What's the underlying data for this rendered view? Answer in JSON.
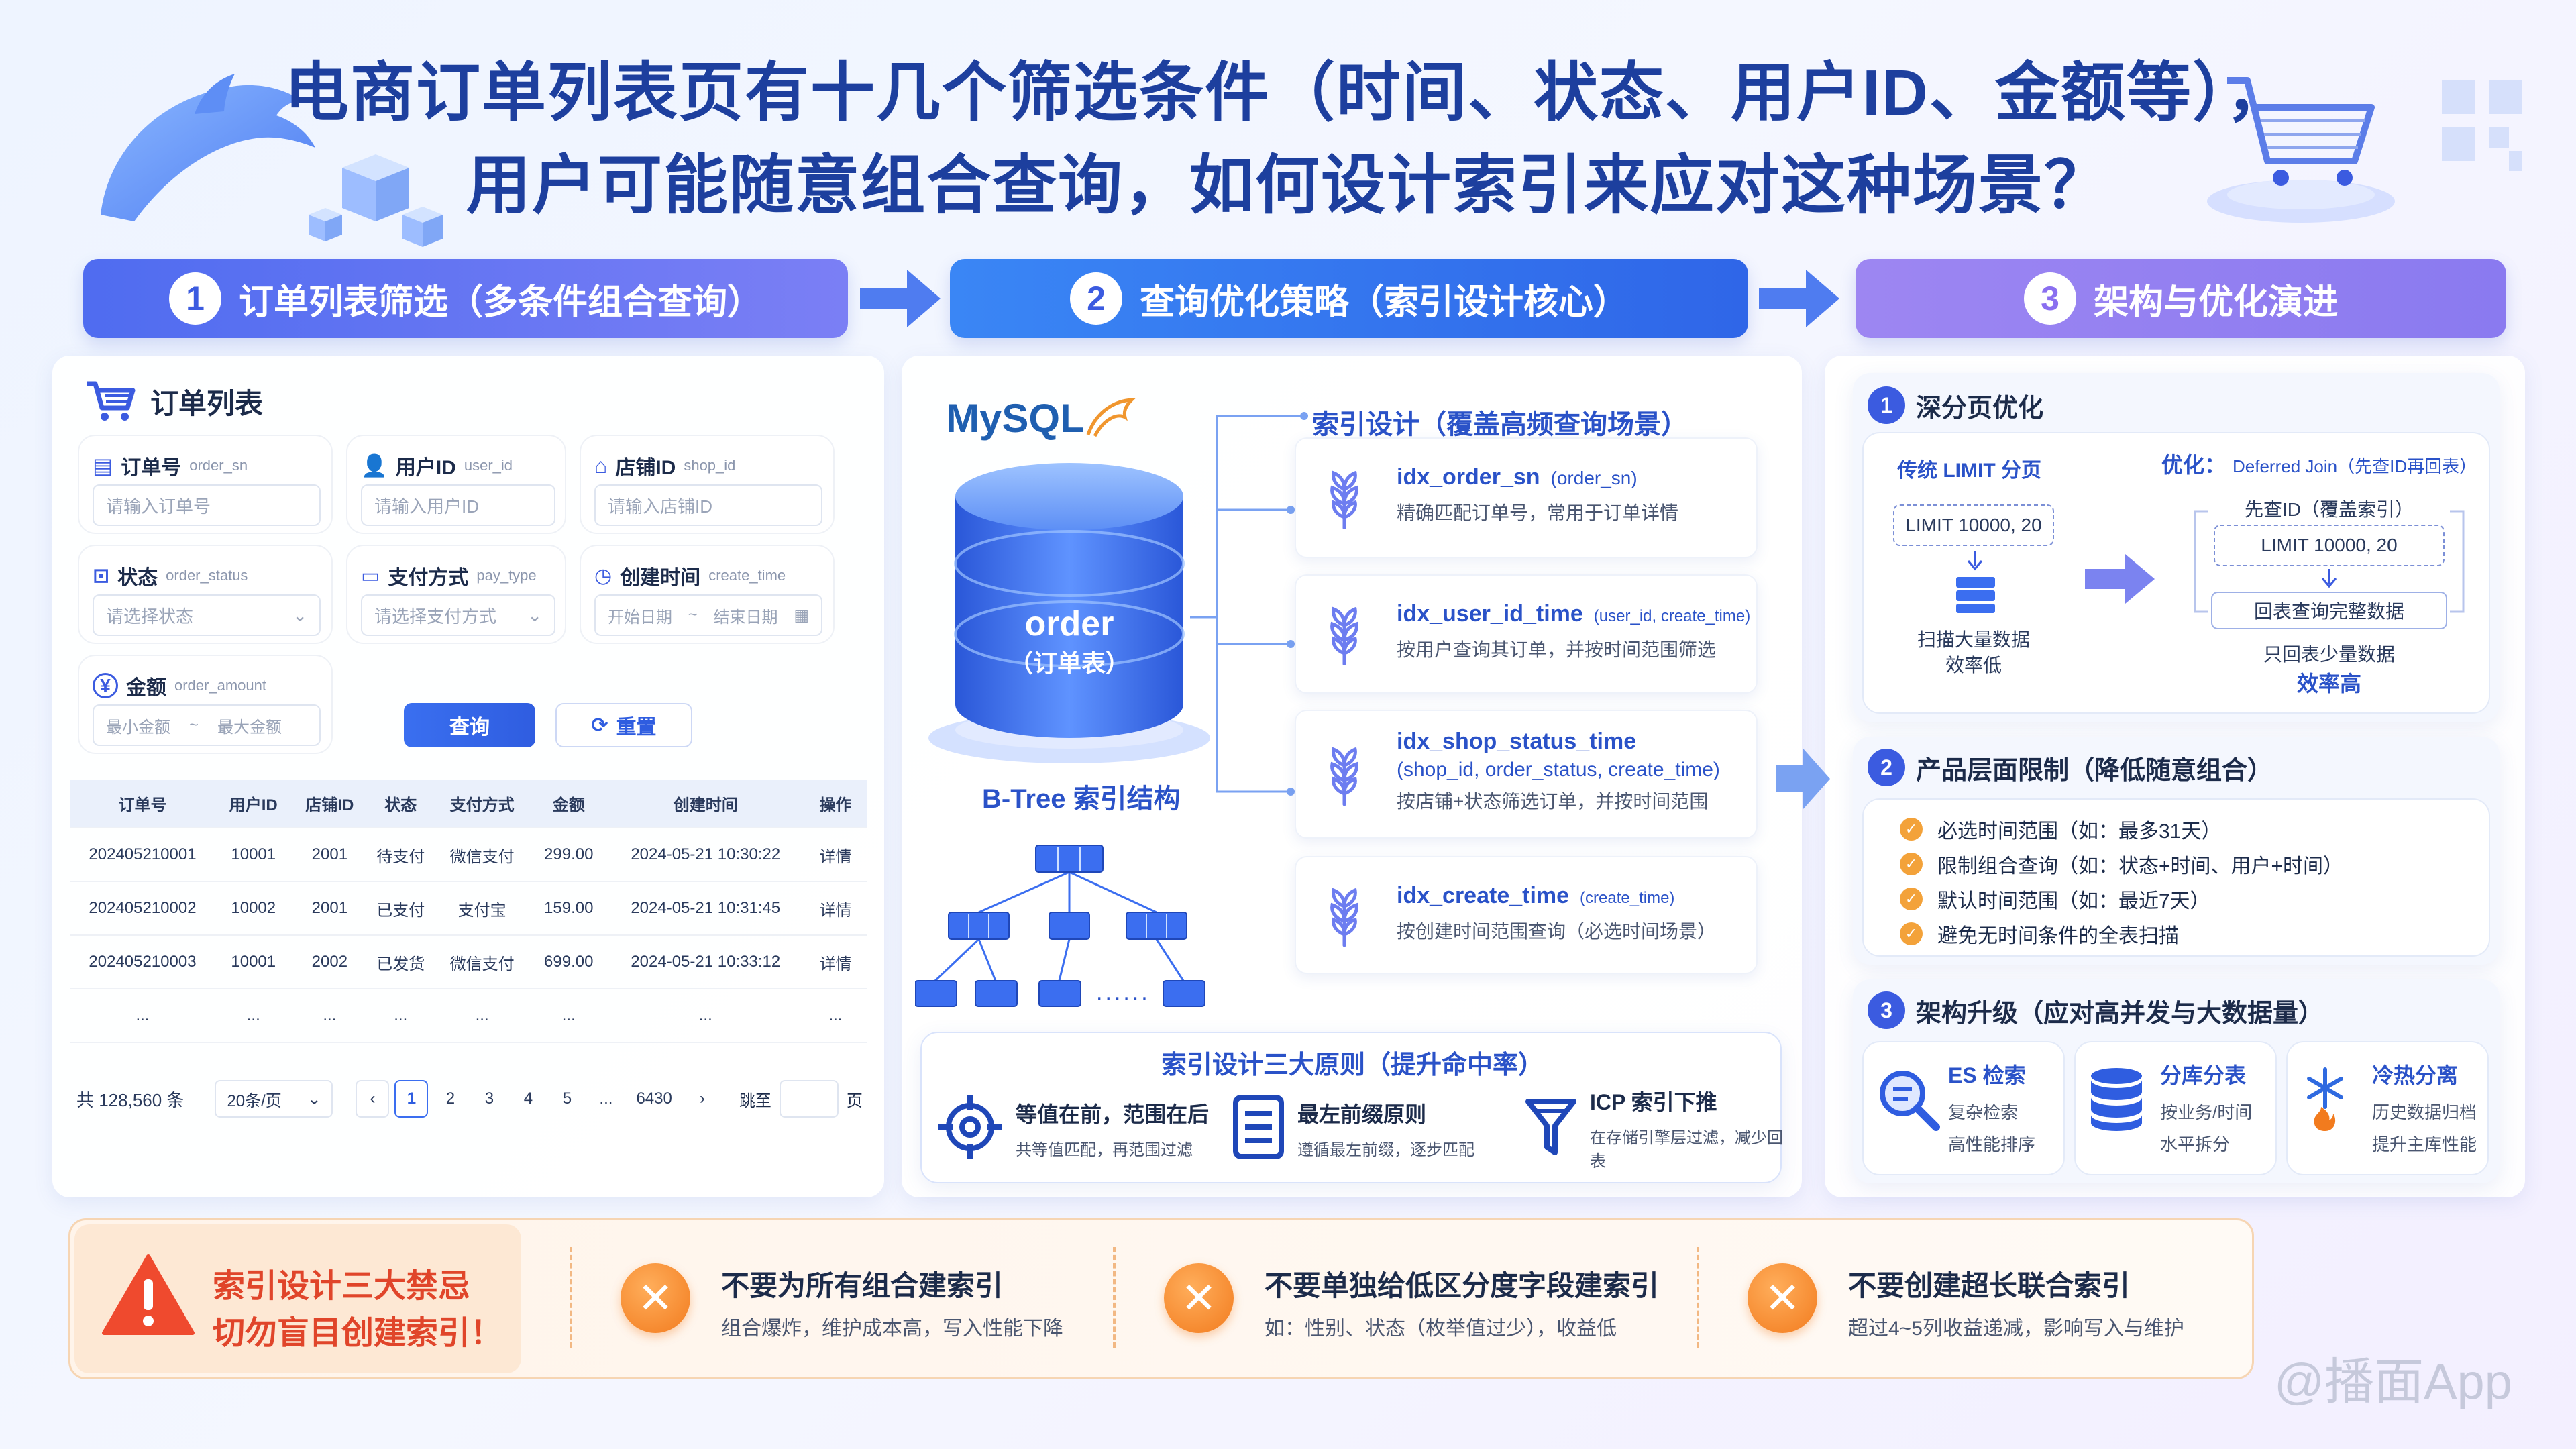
{
  "title": {
    "line1": "电商订单列表页有十几个筛选条件（时间、状态、用户ID、金额等），",
    "line2": "用户可能随意组合查询，如何设计索引来应对这种场景？"
  },
  "phases": [
    {
      "num": "1",
      "label": "订单列表筛选（多条件组合查询）"
    },
    {
      "num": "2",
      "label": "查询优化策略（索引设计核心）"
    },
    {
      "num": "3",
      "label": "架构与优化演进"
    }
  ],
  "order_list": {
    "title": "订单列表",
    "fields": [
      {
        "label": "订单号",
        "en": "order_sn",
        "placeholder": "请输入订单号",
        "icon": "document-icon"
      },
      {
        "label": "用户ID",
        "en": "user_id",
        "placeholder": "请输入用户ID",
        "icon": "user-icon"
      },
      {
        "label": "店铺ID",
        "en": "shop_id",
        "placeholder": "请输入店铺ID",
        "icon": "shop-icon"
      },
      {
        "label": "状态",
        "en": "order_status",
        "placeholder": "请选择状态",
        "icon": "status-icon"
      },
      {
        "label": "支付方式",
        "en": "pay_type",
        "placeholder": "请选择支付方式",
        "icon": "wallet-icon"
      },
      {
        "label": "创建时间",
        "en": "create_time",
        "start": "开始日期",
        "sep": "~",
        "end": "结束日期",
        "icon": "clock-icon"
      },
      {
        "label": "金额",
        "en": "order_amount",
        "min": "最小金额",
        "sep": "~",
        "max": "最大金额",
        "icon": "yuan-icon"
      }
    ],
    "query_label": "查询",
    "reset_label": "重置",
    "columns": [
      "订单号",
      "用户ID",
      "店铺ID",
      "状态",
      "支付方式",
      "金额",
      "创建时间",
      "操作"
    ],
    "rows": [
      [
        "202405210001",
        "10001",
        "2001",
        "待支付",
        "微信支付",
        "299.00",
        "2024-05-21 10:30:22",
        "详情"
      ],
      [
        "202405210002",
        "10002",
        "2001",
        "已支付",
        "支付宝",
        "159.00",
        "2024-05-21 10:31:45",
        "详情"
      ],
      [
        "202405210003",
        "10001",
        "2002",
        "已发货",
        "微信支付",
        "699.00",
        "2024-05-21 10:33:12",
        "详情"
      ],
      [
        "...",
        "...",
        "...",
        "...",
        "...",
        "...",
        "...",
        "..."
      ]
    ],
    "pagination": {
      "total": "共 128,560 条",
      "page_size": "20条/页",
      "prev": "‹",
      "pages": [
        "1",
        "2",
        "3",
        "4",
        "5",
        "...",
        "6430"
      ],
      "next": "›",
      "jump_label": "跳至",
      "jump_suffix": "页"
    }
  },
  "db": {
    "brand": "MySQL",
    "table_name": "order",
    "table_sub": "（订单表）",
    "btree_label": "B-Tree 索引结构",
    "ellipsis": "......"
  },
  "index_design": {
    "heading": "索引设计（覆盖高频查询场景）",
    "indexes": [
      {
        "name": "idx_order_sn",
        "cols": "(order_sn)",
        "desc": "精确匹配订单号，常用于订单详情"
      },
      {
        "name": "idx_user_id_time",
        "cols": "(user_id, create_time)",
        "desc": "按用户查询其订单，并按时间范围筛选"
      },
      {
        "name": "idx_shop_status_time",
        "cols": "(shop_id, order_status, create_time)",
        "desc": "按店铺+状态筛选订单，并按时间范围"
      },
      {
        "name": "idx_create_time",
        "cols": "(create_time)",
        "desc": "按创建时间范围查询（必选时间场景）"
      }
    ]
  },
  "principles": {
    "heading": "索引设计三大原则（提升命中率）",
    "items": [
      {
        "title": "等值在前，范围在后",
        "desc": "共等值匹配，再范围过滤",
        "icon": "target-icon"
      },
      {
        "title": "最左前缀原则",
        "desc": "遵循最左前缀，逐步匹配",
        "icon": "list-icon"
      },
      {
        "title": "ICP 索引下推",
        "desc": "在存储引擎层过滤，减少回表",
        "icon": "filter-icon"
      }
    ]
  },
  "deep_paging": {
    "num": "1",
    "heading": "深分页优化",
    "traditional_label": "传统 LIMIT 分页",
    "traditional_sql": "LIMIT 10000, 20",
    "traditional_note1": "扫描大量数据",
    "traditional_note2": "效率低",
    "opt_label": "优化：",
    "opt_method": "Deferred Join（先查ID再回表）",
    "step1": "先查ID（覆盖索引）",
    "step2": "LIMIT 10000, 20",
    "step3": "回表查询完整数据",
    "opt_note1": "只回表少量数据",
    "opt_note2": "效率高"
  },
  "product_limits": {
    "num": "2",
    "heading": "产品层面限制（降低随意组合）",
    "items": [
      "必选时间范围（如：最多31天）",
      "限制组合查询（如：状态+时间、用户+时间）",
      "默认时间范围（如：最近7天）",
      "避免无时间条件的全表扫描"
    ]
  },
  "architecture": {
    "num": "3",
    "heading": "架构升级（应对高并发与大数据量）",
    "items": [
      {
        "title": "ES 检索",
        "l1": "复杂检索",
        "l2": "高性能排序",
        "icon": "search-icon"
      },
      {
        "title": "分库分表",
        "l1": "按业务/时间",
        "l2": "水平拆分",
        "icon": "database-icon"
      },
      {
        "title": "冷热分离",
        "l1": "历史数据归档",
        "l2": "提升主库性能",
        "icon": "snowflake-icon"
      }
    ]
  },
  "taboos": {
    "line1": "索引设计三大禁忌",
    "line2": "切勿盲目创建索引！",
    "items": [
      {
        "title": "不要为所有组合建索引",
        "desc": "组合爆炸，维护成本高，写入性能下降"
      },
      {
        "title": "不要单独给低区分度字段建索引",
        "desc": "如：性别、状态（枚举值过少），收益低"
      },
      {
        "title": "不要创建超长联合索引",
        "desc": "超过4~5列收益递减，影响写入与维护"
      }
    ]
  },
  "watermark": "@播面App",
  "colors": {
    "primary": "#3b5be0",
    "phase1": "#5b6cf0",
    "phase2": "#2f7ff0",
    "phase3": "#9a7cf0",
    "warning": "#f27b1e",
    "check": "#f3a23a"
  }
}
